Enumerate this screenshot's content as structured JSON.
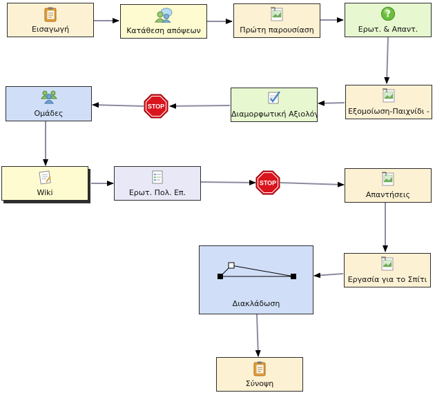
{
  "nodes": {
    "eisagogi": "Εισαγωγή",
    "katathesi": "Κατάθεση απόψεων",
    "proti": "Πρώτη παρουσίαση",
    "erot_apant": "Ερωτ. & Απαντ.",
    "exomoiosi": "Εξομοίωση-Παιχνίδι -",
    "diamorfotiki": "Διαμορφωτική Αξιολόγ",
    "omades": "Ομάδες",
    "wiki": "Wiki",
    "erot_pol": "Ερωτ. Πολ. Επ.",
    "apantiseis": "Απαντήσεις",
    "ergasia": "Εργασία για το Σπίτι",
    "diakladosi": "Διακλάδωση",
    "synopsi": "Σύνοψη"
  },
  "stops": [
    "STOP",
    "STOP"
  ],
  "colors": {
    "tan": "#fdf1d3",
    "yellow": "#fdfbcf",
    "green": "#e7f7cf",
    "blue": "#d0def8",
    "lavender": "#e8e8f7",
    "connector": "#8a8aa0",
    "stop": "#d9141d"
  }
}
